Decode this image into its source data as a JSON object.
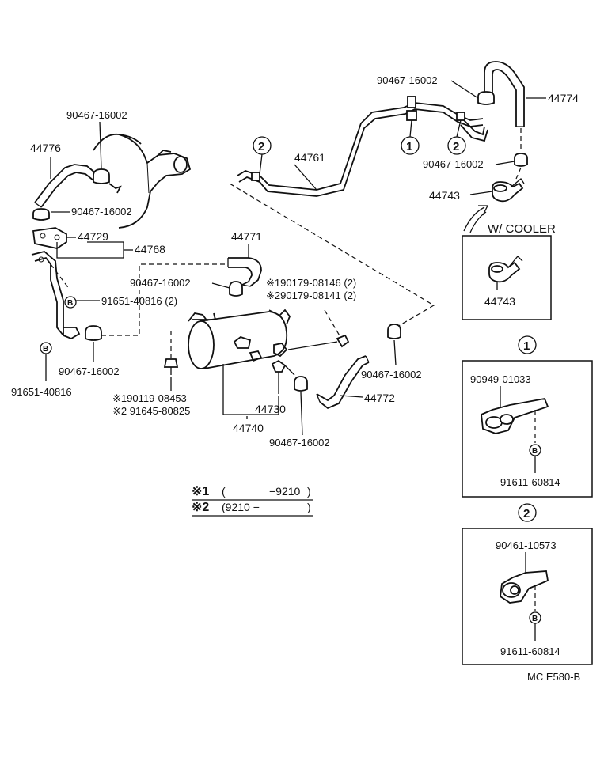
{
  "labels": {
    "p44774": "44774",
    "p90467_top": "90467-16002",
    "p44761": "44761",
    "p90467_tr": "90467-16002",
    "p44743": "44743",
    "w_cooler": "W/ COOLER",
    "p44743_box": "44743",
    "p90467_left_top": "90467-16002",
    "p44776": "44776",
    "p90467_left_mid": "90467-16002",
    "p44729": "44729",
    "p44768": "44768",
    "p44771": "44771",
    "p90467_center": "90467-16002",
    "p190179_1": "※190179-08146 (2)",
    "p290179_2": "※290179-08141 (2)",
    "p91651_2": "91651-40816 (2)",
    "p90467_left_low": "90467-16002",
    "p91651": "91651-40816",
    "p190119": "※190119-08453",
    "p291645": "※2 91645-80825",
    "p44730": "44730",
    "p44740": "44740",
    "p90467_bottom": "90467-16002",
    "p44772": "44772",
    "p90467_right": "90467-16002",
    "p90949": "90949-01033",
    "p91611_a": "91611-60814",
    "p90461": "90461-10573",
    "p91611_b": "91611-60814",
    "diagram_code": "MC E580-B"
  },
  "callouts": {
    "one": "1",
    "two": "2",
    "b": "B"
  },
  "notes": {
    "line1_mark": "※1",
    "line1_open": "(",
    "line1_value": "−9210",
    "line1_close": ")",
    "line2_mark": "※2",
    "line2_value": "(9210 −",
    "line2_close": ")"
  }
}
